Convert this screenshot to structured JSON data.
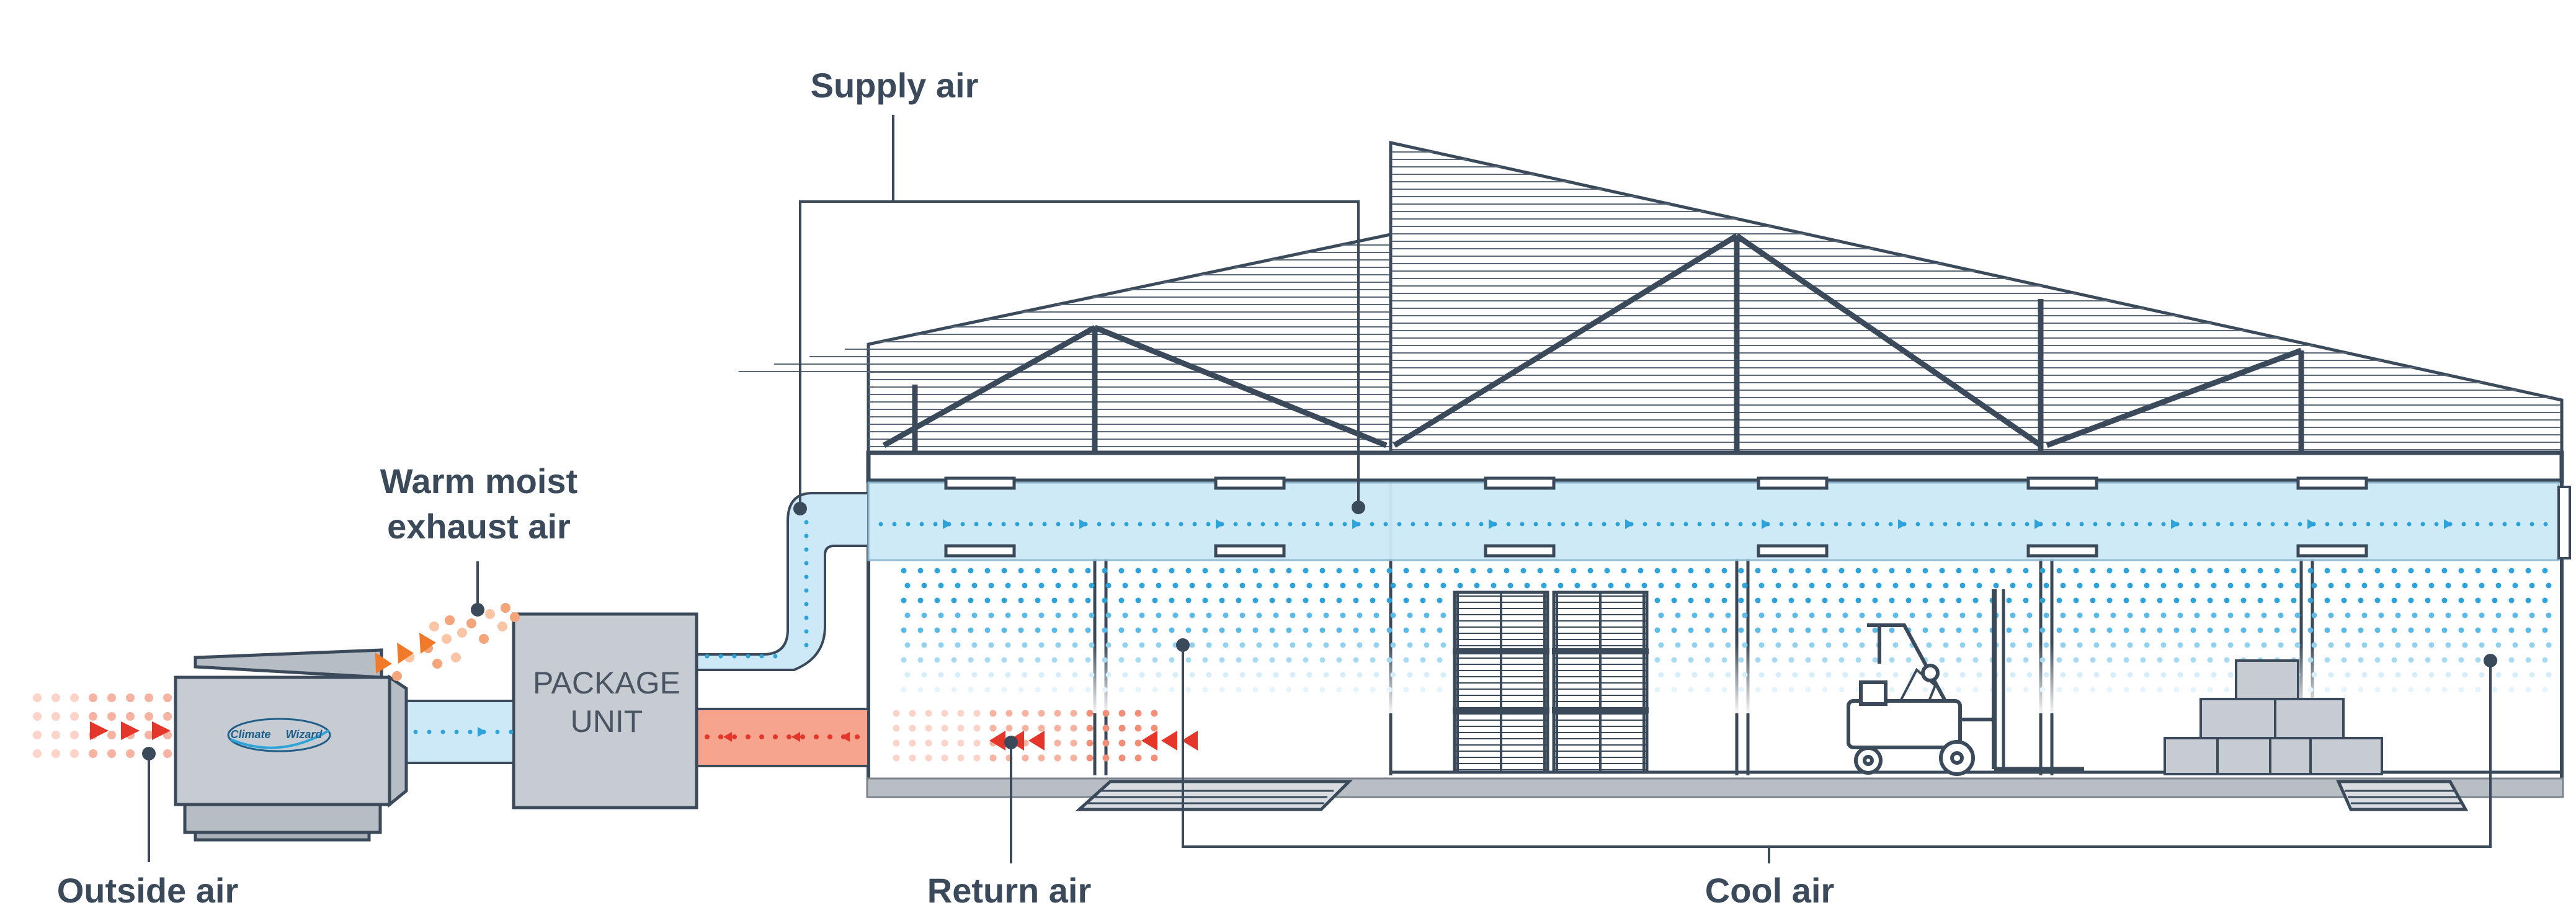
{
  "diagram": {
    "labels": {
      "supply_air": "Supply air",
      "warm_moist_exhaust_line1": "Warm moist",
      "warm_moist_exhaust_line2": "exhaust air",
      "outside_air": "Outside air",
      "return_air": "Return air",
      "cool_air": "Cool air"
    },
    "package_unit": {
      "line1": "PACKAGE",
      "line2": "UNIT"
    },
    "logo": {
      "word1": "Climate",
      "word2": "Wizard"
    },
    "colors": {
      "line": "#3a4a5a",
      "supply_duct": "#cde9f7",
      "supply_dot": "#2ea3d9",
      "return_duct": "#f6a48e",
      "arrow_red": "#e5362b",
      "arrow_orange": "#f07a2a",
      "unit_grey": "#c7ccd3",
      "floor": "#b9bec5"
    }
  }
}
